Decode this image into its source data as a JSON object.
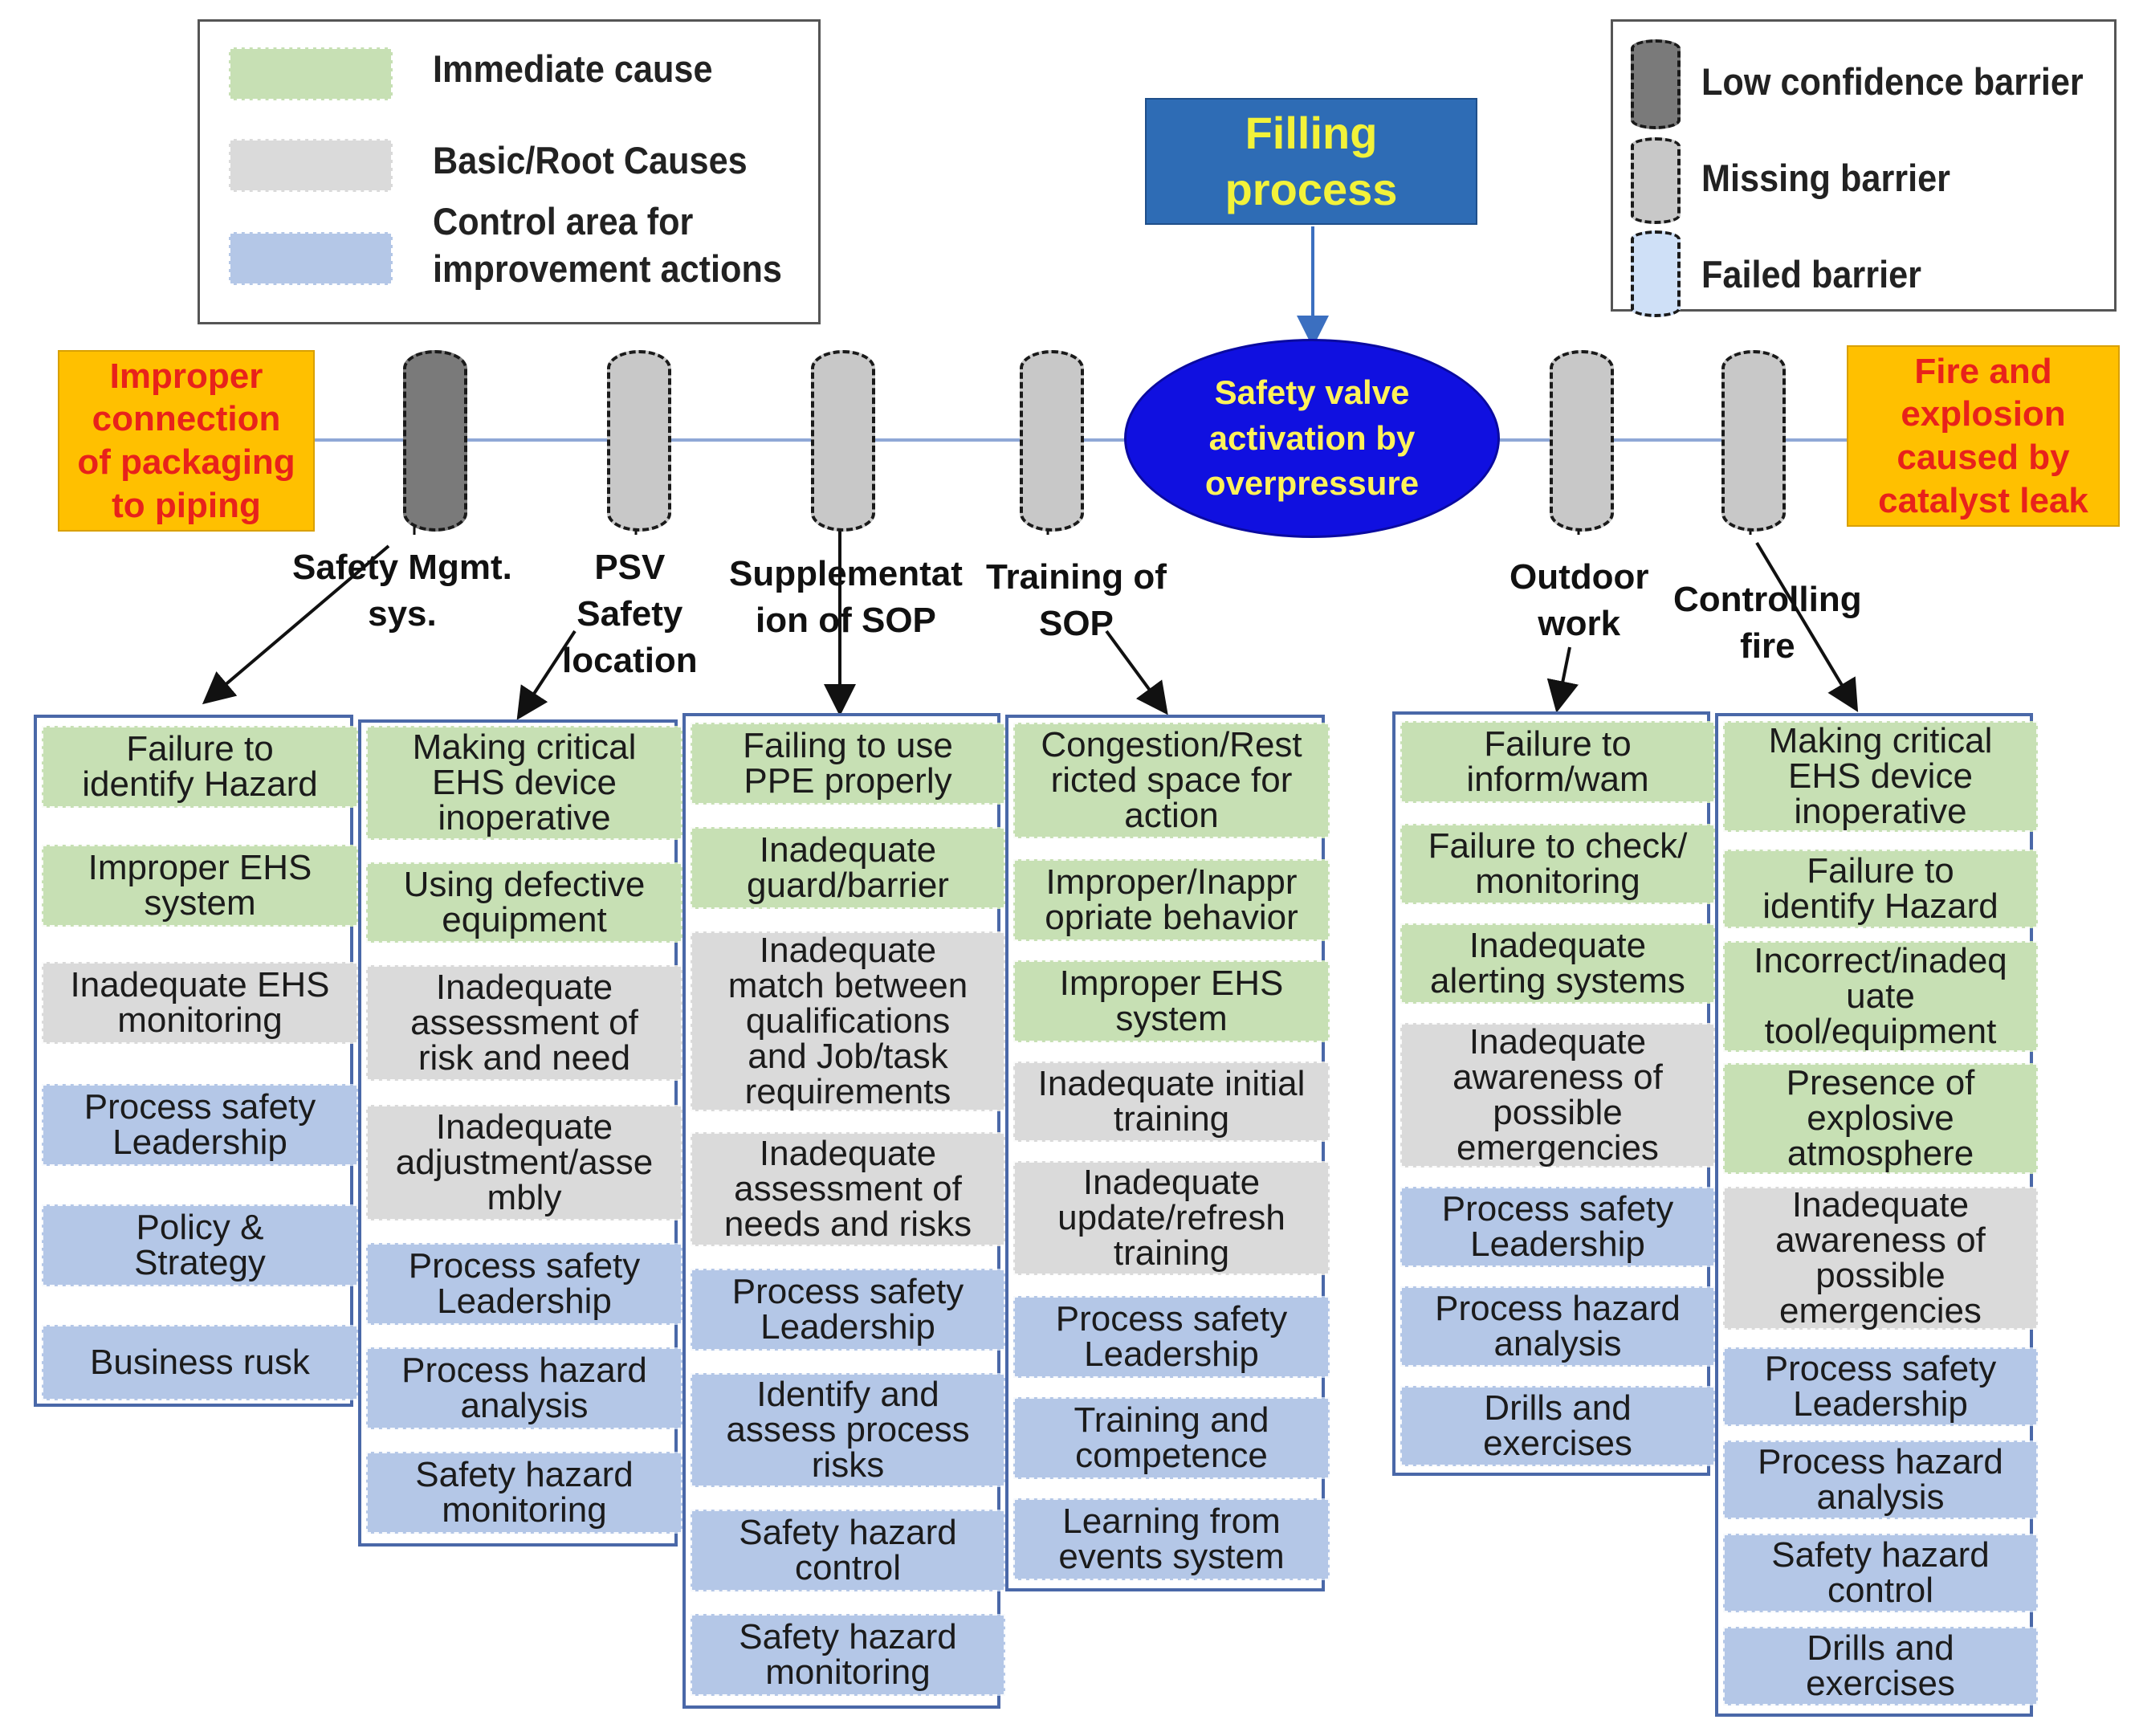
{
  "legend_left": {
    "items": [
      {
        "label": "Immediate cause",
        "color": "#C7E0B4"
      },
      {
        "label": "Basic/Root Causes",
        "color": "#DADADA"
      },
      {
        "label": "Control area for\nimprovement actions",
        "color": "#B4C7E7"
      }
    ]
  },
  "legend_right": {
    "items": [
      {
        "label": "Low confidence barrier",
        "color": "#7a7a7a"
      },
      {
        "label": "Missing barrier",
        "color": "#c8c8c8"
      },
      {
        "label": "Failed barrier",
        "color": "#cfe0f7"
      }
    ]
  },
  "hazard_left": "Improper\nconnection\nof packaging\nto piping",
  "hazard_right": "Fire and\nexplosion\ncaused by\ncatalyst leak",
  "top_event_source": "Filling\nprocess",
  "central_event": "Safety valve\nactivation by\noverpressure",
  "barriers": [
    {
      "label": "Safety Mgmt.\nsys.",
      "type": "low"
    },
    {
      "label": "PSV\nSafety\nlocation",
      "type": "missing"
    },
    {
      "label": "Supplementat\nion of SOP",
      "type": "missing"
    },
    {
      "label": "Training of\nSOP",
      "type": "missing"
    },
    {
      "label": "Outdoor\nwork",
      "type": "missing"
    },
    {
      "label": "Controlling\nfire",
      "type": "missing"
    }
  ],
  "columns": [
    {
      "items": [
        {
          "text": "Failure to\nidentify Hazard",
          "kind": "immediate"
        },
        {
          "text": "Improper EHS\nsystem",
          "kind": "immediate"
        },
        {
          "text": "Inadequate EHS\nmonitoring",
          "kind": "root"
        },
        {
          "text": "Process safety\nLeadership",
          "kind": "control"
        },
        {
          "text": "Policy &\nStrategy",
          "kind": "control"
        },
        {
          "text": "Business rusk",
          "kind": "control"
        }
      ]
    },
    {
      "items": [
        {
          "text": "Making critical\nEHS device\ninoperative",
          "kind": "immediate"
        },
        {
          "text": "Using defective\nequipment",
          "kind": "immediate"
        },
        {
          "text": "Inadequate\nassessment of\nrisk and need",
          "kind": "root"
        },
        {
          "text": "Inadequate\nadjustment/asse\nmbly",
          "kind": "root"
        },
        {
          "text": "Process safety\nLeadership",
          "kind": "control"
        },
        {
          "text": "Process hazard\nanalysis",
          "kind": "control"
        },
        {
          "text": "Safety hazard\nmonitoring",
          "kind": "control"
        }
      ]
    },
    {
      "items": [
        {
          "text": "Failing to use\nPPE properly",
          "kind": "immediate"
        },
        {
          "text": "Inadequate\nguard/barrier",
          "kind": "immediate"
        },
        {
          "text": "Inadequate\nmatch between\nqualifications\nand Job/task\nrequirements",
          "kind": "root"
        },
        {
          "text": "Inadequate\nassessment of\nneeds and risks",
          "kind": "root"
        },
        {
          "text": "Process safety\nLeadership",
          "kind": "control"
        },
        {
          "text": "Identify and\nassess process\nrisks",
          "kind": "control"
        },
        {
          "text": "Safety hazard\ncontrol",
          "kind": "control"
        },
        {
          "text": "Safety hazard\nmonitoring",
          "kind": "control"
        }
      ]
    },
    {
      "items": [
        {
          "text": "Congestion/Rest\nricted space for\naction",
          "kind": "immediate"
        },
        {
          "text": "Improper/Inappr\nopriate behavior",
          "kind": "immediate"
        },
        {
          "text": "Improper EHS\nsystem",
          "kind": "immediate"
        },
        {
          "text": "Inadequate initial\ntraining",
          "kind": "root"
        },
        {
          "text": "Inadequate\nupdate/refresh\ntraining",
          "kind": "root"
        },
        {
          "text": "Process safety\nLeadership",
          "kind": "control"
        },
        {
          "text": "Training and\ncompetence",
          "kind": "control"
        },
        {
          "text": "Learning from\nevents system",
          "kind": "control"
        }
      ]
    },
    {
      "items": [
        {
          "text": "Failure to\ninform/wam",
          "kind": "immediate"
        },
        {
          "text": "Failure to check/\nmonitoring",
          "kind": "immediate"
        },
        {
          "text": "Inadequate\nalerting systems",
          "kind": "immediate"
        },
        {
          "text": "Inadequate\nawareness of\npossible\nemergencies",
          "kind": "root"
        },
        {
          "text": "Process safety\nLeadership",
          "kind": "control"
        },
        {
          "text": "Process hazard\nanalysis",
          "kind": "control"
        },
        {
          "text": "Drills and\nexercises",
          "kind": "control"
        }
      ]
    },
    {
      "items": [
        {
          "text": "Making critical\nEHS device\ninoperative",
          "kind": "immediate"
        },
        {
          "text": "Failure to\nidentify Hazard",
          "kind": "immediate"
        },
        {
          "text": "Incorrect/inadeq\nuate\ntool/equipment",
          "kind": "immediate"
        },
        {
          "text": "Presence of\nexplosive\natmosphere",
          "kind": "immediate"
        },
        {
          "text": "Inadequate\nawareness of\npossible\nemergencies",
          "kind": "root"
        },
        {
          "text": "Process safety\nLeadership",
          "kind": "control"
        },
        {
          "text": "Process hazard\nanalysis",
          "kind": "control"
        },
        {
          "text": "Safety hazard\ncontrol",
          "kind": "control"
        },
        {
          "text": "Drills and\nexercises",
          "kind": "control"
        }
      ]
    }
  ]
}
